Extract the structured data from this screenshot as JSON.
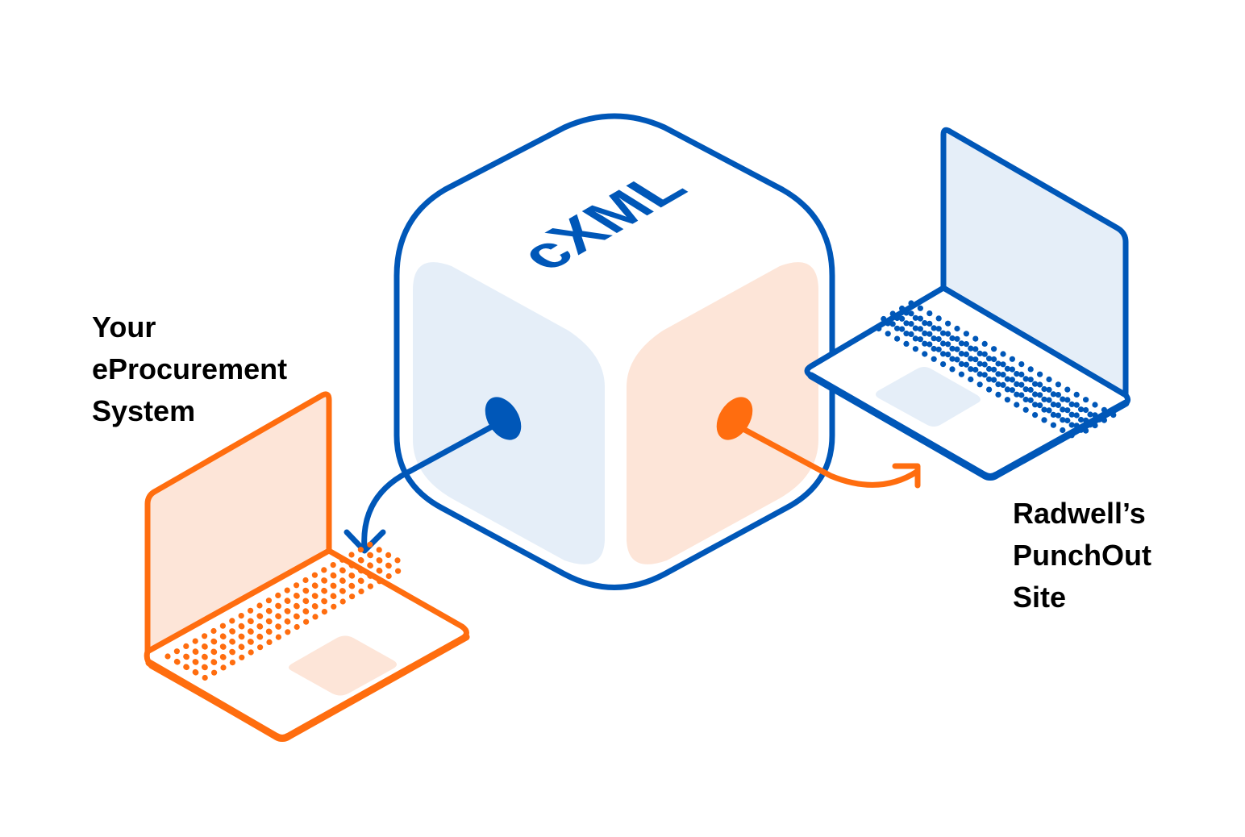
{
  "diagram": {
    "center_block": {
      "label": "cXML",
      "icon": "cube-icon"
    },
    "left_system": {
      "label_lines": [
        "Your",
        "eProcurement",
        "System"
      ],
      "icon": "laptop-icon",
      "color": "#FF6D0F"
    },
    "right_system": {
      "label_lines": [
        "Radwell’s",
        "PunchOut",
        "Site"
      ],
      "icon": "laptop-icon",
      "color": "#0057B8"
    },
    "connections": [
      {
        "from": "center_block",
        "to": "left_system",
        "icon": "arrow-down-left-icon",
        "color": "#0057B8"
      },
      {
        "from": "center_block",
        "to": "right_system",
        "icon": "arrow-right-icon",
        "color": "#FF6D0F"
      }
    ]
  },
  "colors": {
    "blue": "#0057B8",
    "blue_fill": "#E5EEF8",
    "orange": "#FF6D0F",
    "orange_fill": "#FDE5D8",
    "text": "#000000",
    "background": "#FFFFFF"
  }
}
